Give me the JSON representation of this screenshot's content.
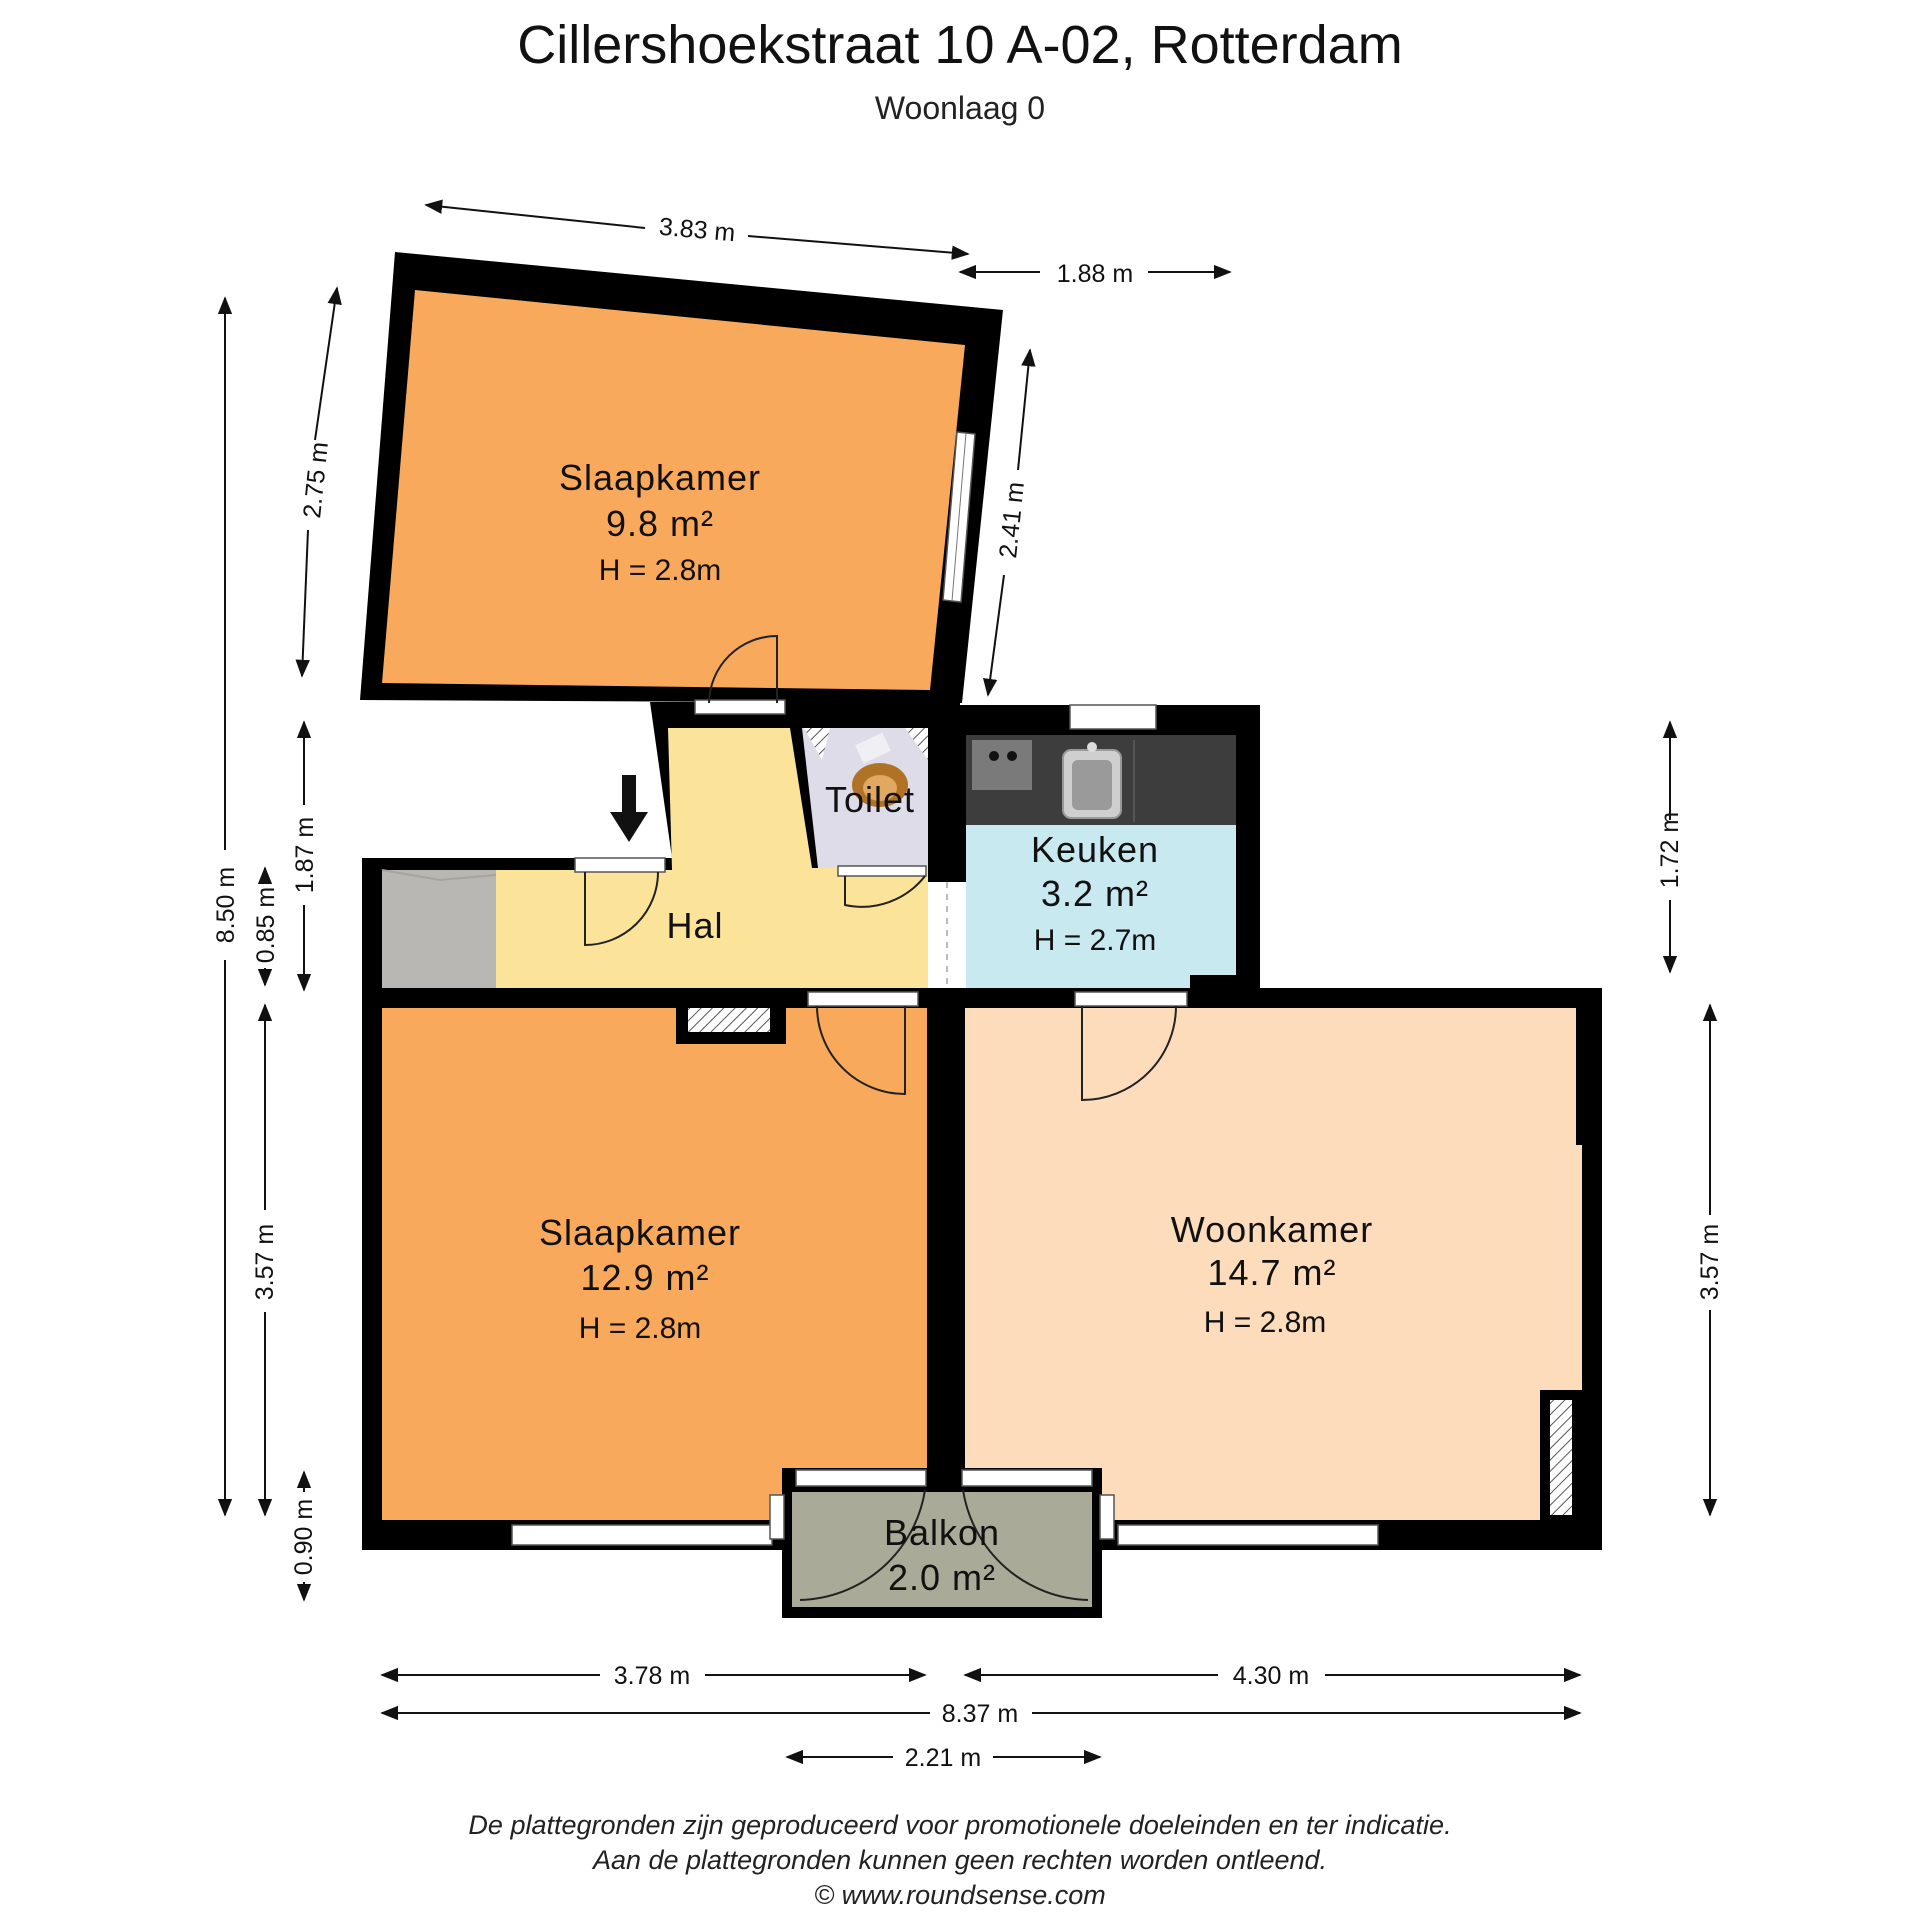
{
  "header": {
    "title": "Cillershoekstraat 10 A-02, Rotterdam",
    "subtitle": "Woonlaag 0"
  },
  "rooms": {
    "slaapkamer_top": {
      "name": "Slaapkamer",
      "area": "9.8 m²",
      "height": "H = 2.8m",
      "color": "#f9a95c"
    },
    "slaapkamer_bottom": {
      "name": "Slaapkamer",
      "area": "12.9 m²",
      "height": "H = 2.8m",
      "color": "#f9a95c"
    },
    "hal": {
      "name": "Hal",
      "color": "#fbe39a"
    },
    "toilet": {
      "name": "Toilet",
      "color": "#dedce8"
    },
    "keuken": {
      "name": "Keuken",
      "area": "3.2 m²",
      "height": "H = 2.7m",
      "color": "#c8e9f0"
    },
    "woonkamer": {
      "name": "Woonkamer",
      "area": "14.7 m²",
      "height": "H = 2.8m",
      "color": "#fddcbc"
    },
    "balkon": {
      "name": "Balkon",
      "area": "2.0 m²",
      "color": "#a9ab98"
    }
  },
  "dimensions": {
    "top_width": "3.83 m",
    "top_right": "1.88 m",
    "left_top_room": "2.75 m",
    "right_top_room": "2.41 m",
    "total_height": "8.50 m",
    "hal_height": "1.87 m",
    "small_left": "0.85 m",
    "left_bottom_room": "3.57 m",
    "right_bottom_room": "3.57 m",
    "balcony_depth": "0.90 m",
    "keuken_height": "1.72 m",
    "bottom_left": "3.78 m",
    "bottom_right": "4.30 m",
    "total_width": "8.37 m",
    "balcony_width": "2.21 m"
  },
  "footer": {
    "line1": "De plattegronden zijn geproduceerd voor promotionele doeleinden en ter indicatie.",
    "line2": "Aan de plattegronden kunnen geen rechten worden ontleend.",
    "line3": "© www.roundsense.com"
  }
}
